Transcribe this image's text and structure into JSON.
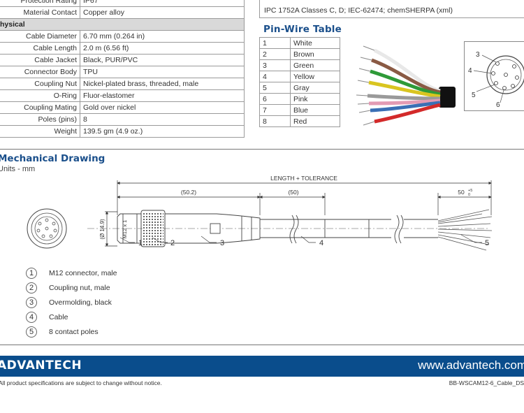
{
  "spec_rows": [
    {
      "type": "row",
      "key": "Protection Rating",
      "value": "IP67"
    },
    {
      "type": "row",
      "key": "Material Contact",
      "value": "Copper alloy"
    },
    {
      "type": "section",
      "key": "Physical"
    },
    {
      "type": "row",
      "key": "Cable Diameter",
      "value": "6.70 mm (0.264 in)"
    },
    {
      "type": "row",
      "key": "Cable Length",
      "value": "2.0 m (6.56 ft)"
    },
    {
      "type": "row",
      "key": "Cable Jacket",
      "value": "Black, PUR/PVC"
    },
    {
      "type": "row",
      "key": "Connector Body",
      "value": "TPU"
    },
    {
      "type": "row",
      "key": "Coupling Nut",
      "value": "Nickel-plated brass, threaded, male"
    },
    {
      "type": "row",
      "key": "O-Ring",
      "value": "Fluor-elastomer"
    },
    {
      "type": "row",
      "key": "Coupling Mating",
      "value": "Gold over nickel"
    },
    {
      "type": "row",
      "key": "Poles (pins)",
      "value": "8"
    },
    {
      "type": "row",
      "key": "Weight",
      "value": "139.5 gm (4.9 oz.)"
    }
  ],
  "certifications": "IPC 1752A Classes C, D; IEC-62474; chemSHERPA (xml)",
  "pin_wire": {
    "title": "Pin-Wire Table",
    "rows": [
      {
        "pin": "1",
        "color": "White"
      },
      {
        "pin": "2",
        "color": "Brown"
      },
      {
        "pin": "3",
        "color": "Green"
      },
      {
        "pin": "4",
        "color": "Yellow"
      },
      {
        "pin": "5",
        "color": "Gray"
      },
      {
        "pin": "6",
        "color": "Pink"
      },
      {
        "pin": "7",
        "color": "Blue"
      },
      {
        "pin": "8",
        "color": "Red"
      }
    ]
  },
  "pinout_labels": {
    "p3": "3",
    "p4": "4",
    "p5": "5",
    "p6": "6"
  },
  "mechanical": {
    "title": "Mechanical Drawing",
    "units": "Units - mm",
    "dims": {
      "length": "LENGTH + TOLERANCE",
      "d1": "(50.2)",
      "d2": "(50)",
      "d3": "50",
      "d3_tol_up": "+5",
      "d3_tol_dn": "0",
      "dia": "(Ø 14.9)",
      "thread": "M12 x 1"
    },
    "callouts": [
      "1",
      "2",
      "3",
      "4",
      "5"
    ],
    "legend": [
      {
        "num": "1",
        "text": "M12 connector, male"
      },
      {
        "num": "2",
        "text": "Coupling nut, male"
      },
      {
        "num": "3",
        "text": "Overmolding, black"
      },
      {
        "num": "4",
        "text": "Cable"
      },
      {
        "num": "5",
        "text": "8 contact poles"
      }
    ]
  },
  "footer": {
    "logo": "ADVANTECH",
    "website": "www.advantech.com",
    "disclaimer": "All product specifications are subject to change without notice.",
    "doc_id": "BB-WSCAM12-6_Cable_DS"
  },
  "colors": {
    "brand": "#0a4d8c",
    "heading": "#1a4f8b"
  }
}
